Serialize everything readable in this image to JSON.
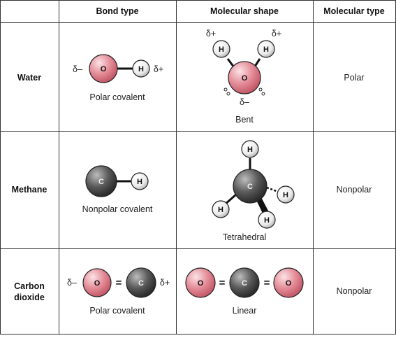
{
  "headers": {
    "bond_type": "Bond type",
    "molecular_shape": "Molecular shape",
    "molecular_type": "Molecular type"
  },
  "rows": [
    {
      "name": "Water",
      "bond_label": "Polar covalent",
      "shape_label": "Bent",
      "molecular_type": "Polar",
      "delta_neg": "δ–",
      "delta_pos": "δ+"
    },
    {
      "name": "Methane",
      "bond_label": "Nonpolar covalent",
      "shape_label": "Tetrahedral",
      "molecular_type": "Nonpolar"
    },
    {
      "name_line1": "Carbon",
      "name_line2": "dioxide",
      "bond_label": "Polar covalent",
      "shape_label": "Linear",
      "molecular_type": "Nonpolar",
      "delta_neg": "δ–",
      "delta_pos": "δ+",
      "double_bond": "="
    }
  ],
  "atoms": {
    "oxygen": "O",
    "hydrogen": "H",
    "carbon": "C"
  },
  "colors": {
    "oxygen_fill": "#e58f9a",
    "oxygen_light": "#f7d3d8",
    "carbon_fill": "#555555",
    "carbon_light": "#b5b5b5",
    "hydrogen_fill": "#ececec",
    "grid": "#333333"
  }
}
